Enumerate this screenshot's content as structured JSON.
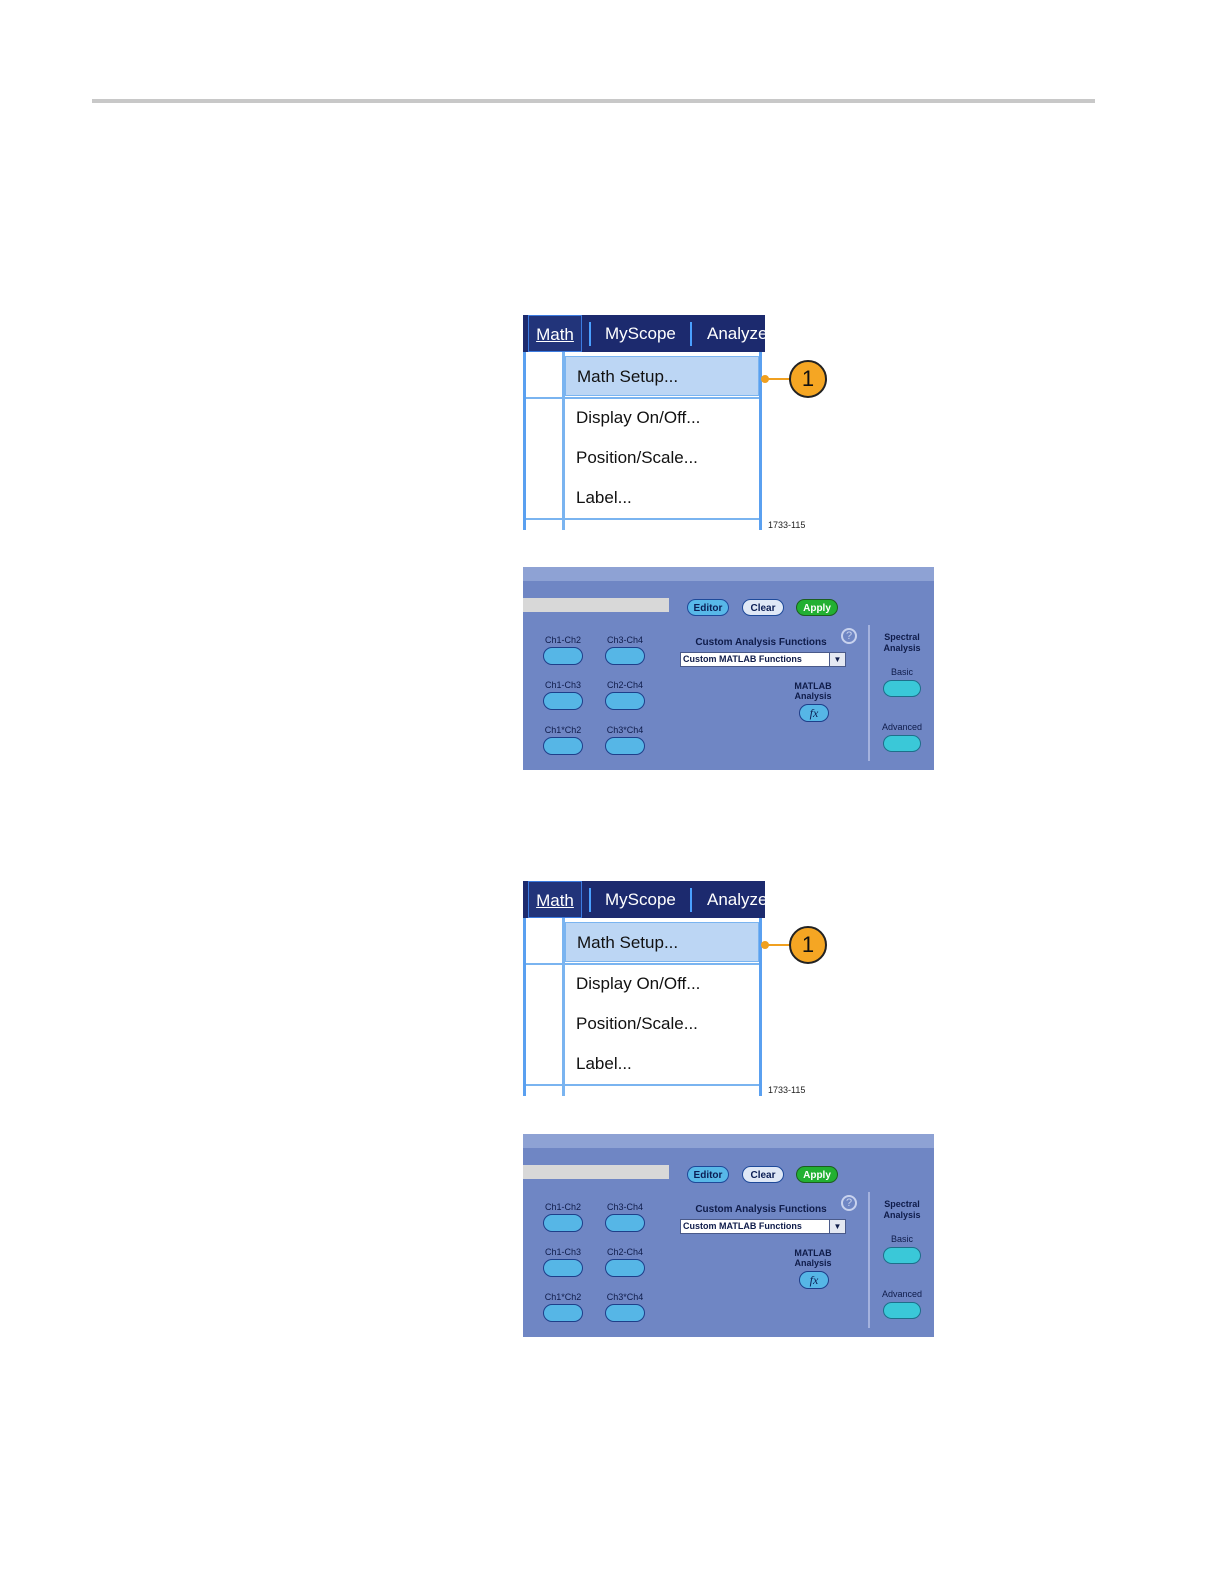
{
  "menu_figure": {
    "menubar": {
      "math": "Math",
      "myscope": "MyScope",
      "analyze": "Analyze"
    },
    "items": [
      "Math Setup...",
      "Display On/Off...",
      "Position/Scale...",
      "Label..."
    ],
    "selected_item": "Math Setup...",
    "callout": "1",
    "figure_id": "1733-115"
  },
  "panel": {
    "buttons": {
      "editor": "Editor",
      "clear": "Clear",
      "apply": "Apply"
    },
    "presets": [
      "Ch1-Ch2",
      "Ch3-Ch4",
      "Ch1-Ch3",
      "Ch2-Ch4",
      "Ch1*Ch2",
      "Ch3*Ch4"
    ],
    "custom_analysis_label": "Custom Analysis Functions",
    "custom_select_value": "Custom MATLAB Functions",
    "help_glyph": "?",
    "matlab_label_1": "MATLAB",
    "matlab_label_2": "Analysis",
    "fx_label": "fx",
    "spectral_label_1": "Spectral",
    "spectral_label_2": "Analysis",
    "basic_label": "Basic",
    "advanced_label": "Advanced"
  },
  "colors": {
    "menubar_bg": "#1c2a6e",
    "menu_highlight": "#bcd6f4",
    "callout_fill": "#f5a623",
    "panel_bg": "#6f86c4",
    "apply_green": "#22b032"
  }
}
